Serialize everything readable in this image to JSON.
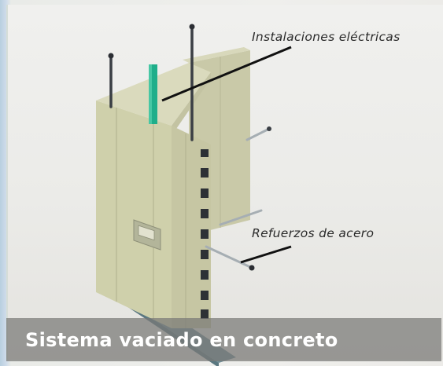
{
  "labels": {
    "instalaciones": "Instalaciones eléctricas",
    "refuerzos": "Refuerzos de acero"
  },
  "caption": "Sistema vaciado en concreto",
  "colors": {
    "panel": "#d2d2ad",
    "panel_shadow": "#b9b99a",
    "pipe": "#1fae8a",
    "steel": "#3a3e44",
    "caption_bar": "#787876"
  }
}
